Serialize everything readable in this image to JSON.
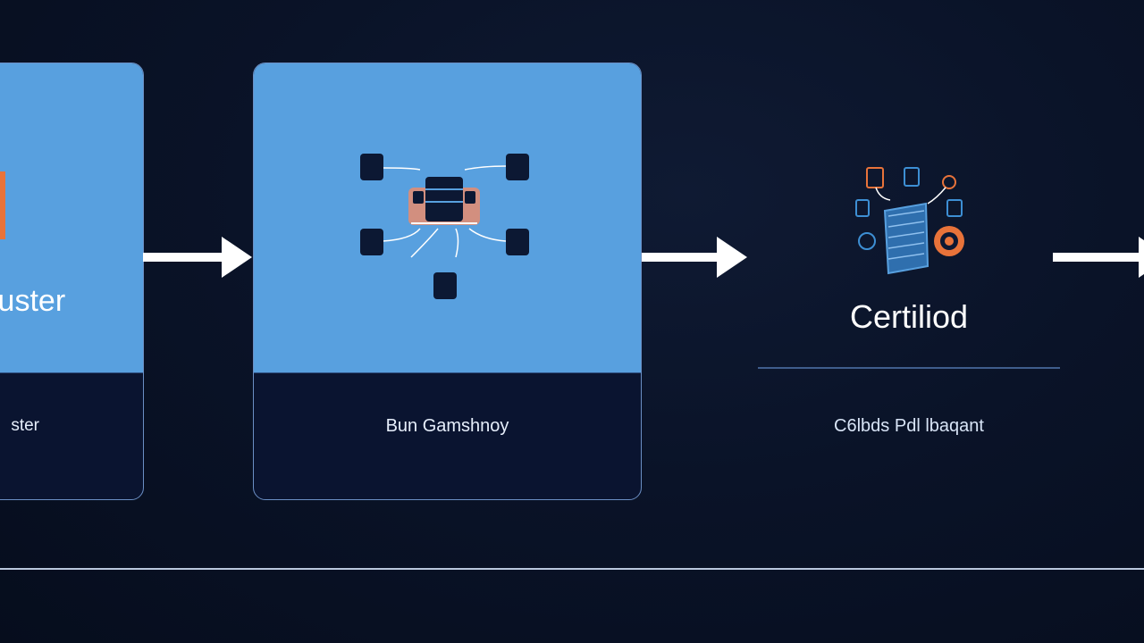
{
  "cards": [
    {
      "title": "luster",
      "caption": "ster"
    },
    {
      "title": "",
      "caption": "Bun Gamshnoy"
    }
  ],
  "cert": {
    "title": "Certiliod",
    "caption": "C6lbds Pdl lbaqant"
  },
  "icons": [
    "server-cluster-icon",
    "certificate-book-icon"
  ],
  "colors": {
    "accent_blue": "#58a0df",
    "background": "#0a1328",
    "orange": "#e8733a"
  }
}
